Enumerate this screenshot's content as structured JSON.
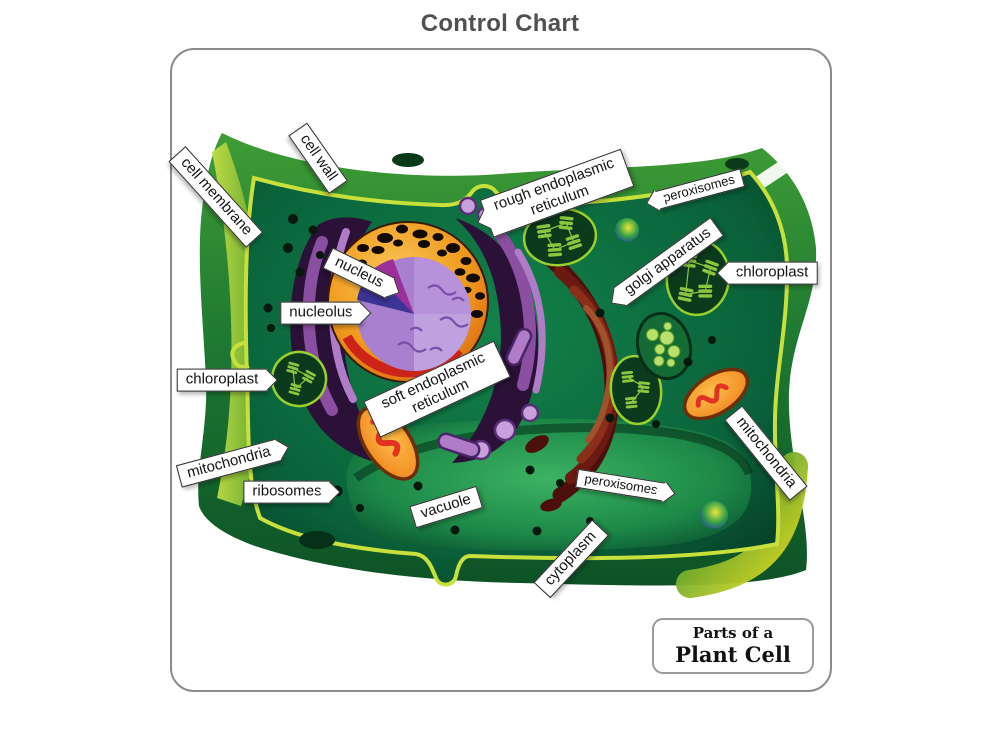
{
  "title": "Control Chart",
  "legend": {
    "line1": "Parts of a",
    "line2": "Plant Cell"
  },
  "labels": {
    "cell_wall": "cell wall",
    "cell_membrane": "cell membrane",
    "rough_er": "rough endoplasmic reticulum",
    "peroxisomes_top": "peroxisomes",
    "golgi_apparatus": "golgi apparatus",
    "chloroplast_right": "chloroplast",
    "nucleus": "nucleus",
    "nucleolus": "nucleolus",
    "chloroplast_left": "chloroplast",
    "soft_er": "soft endoplasmic reticulum",
    "mitochondria_left": "mitochondria",
    "ribosomes": "ribosomes",
    "vacuole": "vacuole",
    "peroxisomes_bottom": "peroxisomes",
    "mitochondria_right": "mitochondria",
    "cytoplasm": "cytoplasm"
  },
  "colors": {
    "title_text": "#4f5052",
    "frame_border": "#8c8c8c",
    "label_bg": "#ffffff",
    "label_border": "#2b2b2b",
    "cell_wall_green": "#3f9c35",
    "wall_highlight_yellow": "#d7df23",
    "cytoplasm_green": "#0b6b3c",
    "vacuole_green": "#2fa75c",
    "nucleus_ring_orange": "#f09a1c",
    "nucleus_inner_purple": "#a97fd0",
    "er_purple": "#8a4fa0",
    "golgi_maroon": "#5a1410",
    "chloroplast_dark": "#0c3a1d",
    "chloroplast_line": "#9ad02e",
    "mitochondria_orange": "#f59a1e",
    "mitochondria_crista_red": "#e23222",
    "peroxisome_blue": "#1d3f9e",
    "ribosome_dot": "#07190f"
  }
}
